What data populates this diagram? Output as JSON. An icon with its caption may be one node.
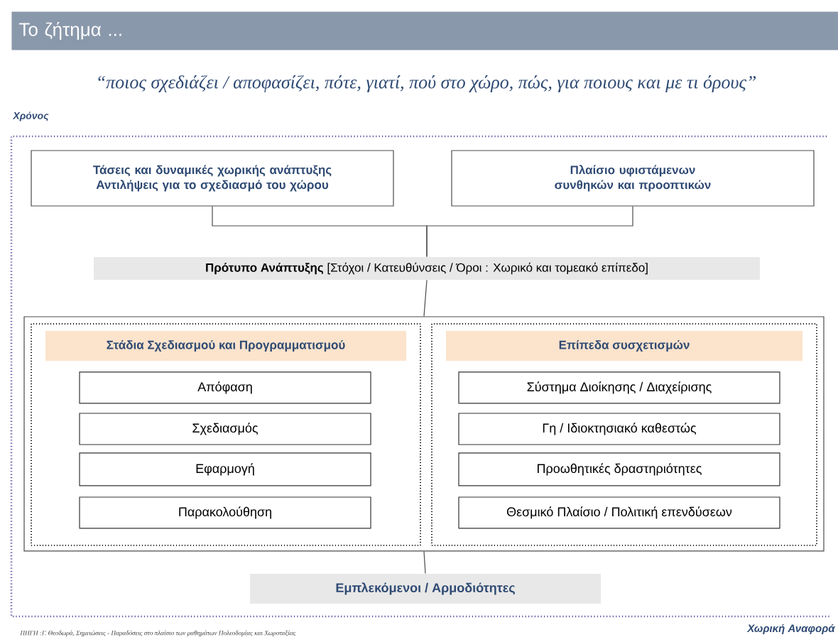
{
  "diagram": {
    "title": "Το ζήτημα ...",
    "nodes": [
      {
        "text": [
          "Τάσεις και δυναμικές χωρικής ανάπτυξης Αντιλήψεις για το σχεδιασμό του χώρου"
        ]
      },
      {
        "text": [
          "Πλαίσιο υφιστάμενων συνθηκών και προοπτικών"
        ]
      },
      {
        "text": [
          "**Πρότυπο Ανάπτυξης** [Στόχοι / Κατευθύνσεις / Όροι : Χωρικό και τομεακό επίπεδο]"
        ]
      },
      {
        "text": [],
        "shape": "box"
      },
      {
        "text": [
          "Στάδια Σχεδιασμού και Προγραμματισμού"
        ],
        "in": 3
      },
      {
        "text": [
          "Απόφαση"
        ],
        "in": 4
      },
      {
        "text": [
          "Σχεδιασμός"
        ],
        "in": 4
      },
      {
        "text": [
          "Εφαρμογή"
        ],
        "in": 4
      },
      {
        "text": [
          "Παρακολούθηση"
        ],
        "in": 4
      },
      {
        "text": [
          "Επίπεδα συσχετισμών"
        ],
        "in": 3
      },
      {
        "text": [
          "Σύστημα Διοίκησης / Διαχείρισης"
        ],
        "in": 9
      },
      {
        "text": [
          "Γη / Ιδιοκτησιακό καθεστώς"
        ],
        "in": 9
      },
      {
        "text": [
          "Προωθητικές δραστηριότητες"
        ],
        "in": 9
      },
      {
        "text": [
          "Θεσμικό Πλαίσιο / Πολιτική επενδύσεων"
        ],
        "in": 9
      },
      {
        "text": [
          "Εμπλεκόμενοι / Αρμοδιότητες"
        ]
      }
    ],
    "edges": [
      {
        "from": 0,
        "to": 2,
        "arrow": "none"
      },
      {
        "from": 1,
        "to": 2,
        "arrow": "none"
      },
      {
        "from": 2,
        "to": 3,
        "arrow": "none"
      },
      {
        "from": 3,
        "to": 14,
        "arrow": "none"
      }
    ],
    "labels": [
      "“ποιος σχεδιάζει / αποφασίζει, πότε, γιατί, πού στο χώρο, πώς, για ποιους και με τι όρους”",
      "Χρόνος",
      "ΠΗΓΗ :Γ. Θεοδωρά, Σημειώσεις - Παραδόσεις στο πλαίσιο των μαθημάτων Πολεοδομίας και Χωροταξίας",
      "Χωρική Αναφορά"
    ]
  }
}
